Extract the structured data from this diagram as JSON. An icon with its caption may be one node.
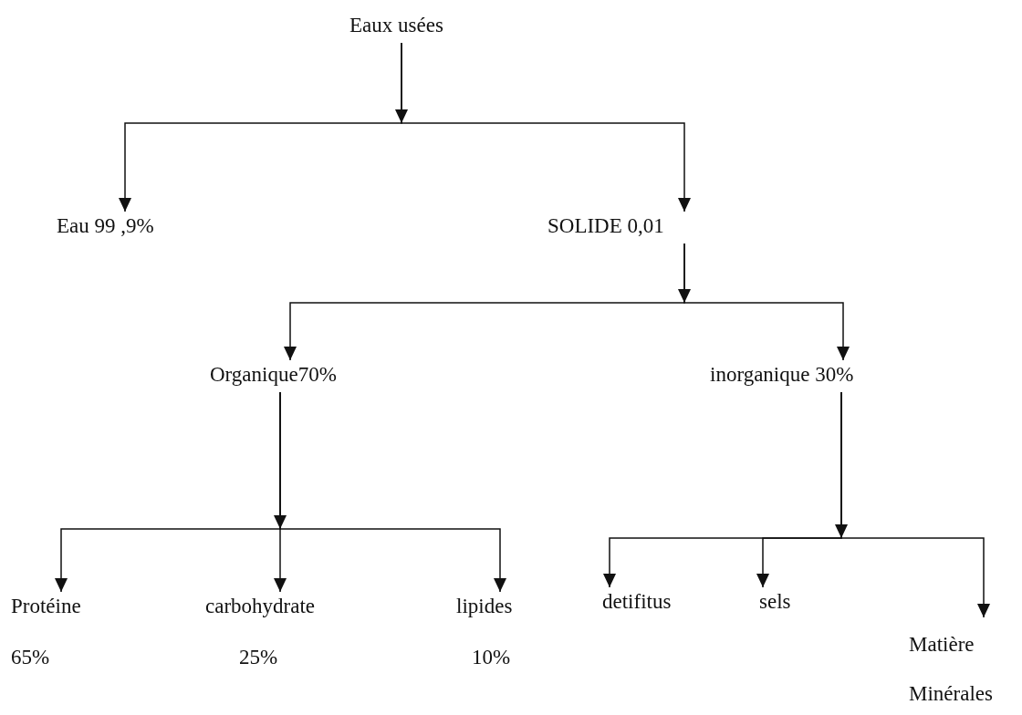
{
  "diagram": {
    "nodes": [
      {
        "text": [
          "Eaux usées"
        ]
      },
      {
        "text": [
          "Eau 99 ,9%"
        ]
      },
      {
        "text": [
          "SOLIDE 0,01"
        ]
      },
      {
        "text": [
          "Organique70%"
        ]
      },
      {
        "text": [
          "inorganique 30%"
        ]
      },
      {
        "text": [
          "Protéine",
          "65%"
        ]
      },
      {
        "text": [
          "carbohydrate",
          "25%"
        ]
      },
      {
        "text": [
          "lipides",
          "10%"
        ]
      },
      {
        "text": [
          "detifitus"
        ]
      },
      {
        "text": [
          "sels"
        ]
      },
      {
        "text": [
          "Matière Minérales"
        ]
      }
    ],
    "edges": [
      {
        "from": 0,
        "to": 1,
        "arrow": "to"
      },
      {
        "from": 0,
        "to": 2,
        "arrow": "to"
      },
      {
        "from": 2,
        "to": 3,
        "arrow": "to"
      },
      {
        "from": 2,
        "to": 4,
        "arrow": "to"
      },
      {
        "from": 3,
        "to": 5,
        "arrow": "to"
      },
      {
        "from": 3,
        "to": 6,
        "arrow": "to"
      },
      {
        "from": 3,
        "to": 7,
        "arrow": "to"
      },
      {
        "from": 4,
        "to": 8,
        "arrow": "to"
      },
      {
        "from": 4,
        "to": 9,
        "arrow": "to"
      },
      {
        "from": 4,
        "to": 10,
        "arrow": "to"
      }
    ]
  }
}
